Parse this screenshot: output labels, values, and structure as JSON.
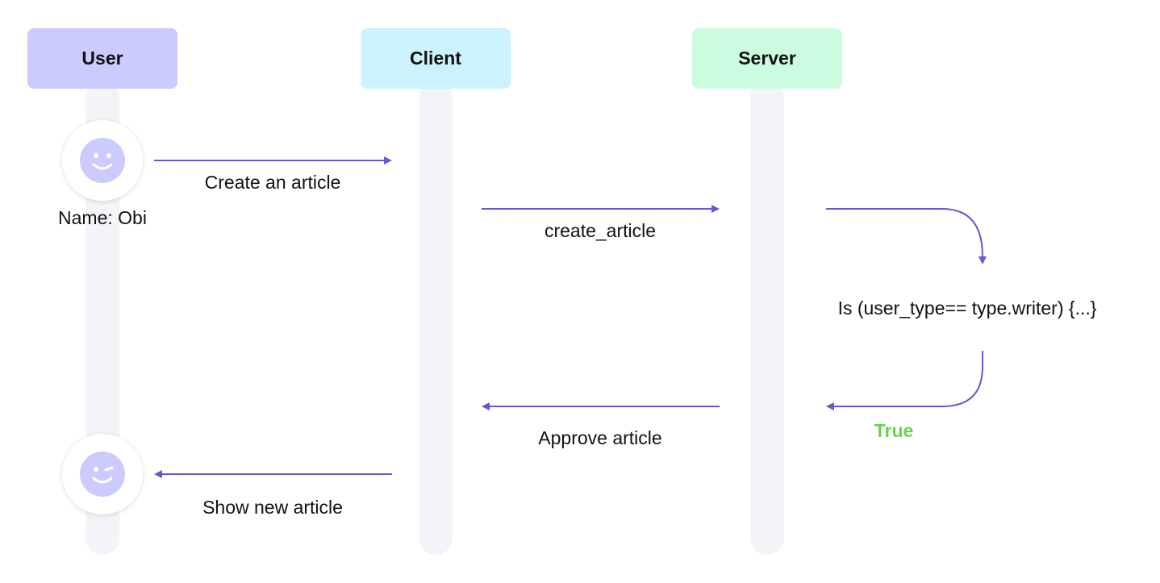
{
  "lanes": {
    "user": {
      "title": "User",
      "color": "#cbcbfd"
    },
    "client": {
      "title": "Client",
      "color": "#ccf3fd"
    },
    "server": {
      "title": "Server",
      "color": "#ccfce0"
    }
  },
  "user_avatar": {
    "name_label": "Name: Obi",
    "icon": "smiley-face-icon"
  },
  "user_avatar_end": {
    "icon": "winking-face-icon"
  },
  "messages": [
    {
      "label": "Create an article",
      "from": "User",
      "to": "Client"
    },
    {
      "label": "create_article",
      "from": "Client",
      "to": "Server"
    },
    {
      "label": "Approve article",
      "from": "Server",
      "to": "Client"
    },
    {
      "label": "Show new article",
      "from": "Client",
      "to": "User"
    }
  ],
  "server_check": {
    "condition": "Is (user_type== type.writer) {...}",
    "result": "True",
    "result_color": "#6ad34f"
  },
  "arrow_color": "#6b55d3",
  "face_color": "#cbcbfd"
}
